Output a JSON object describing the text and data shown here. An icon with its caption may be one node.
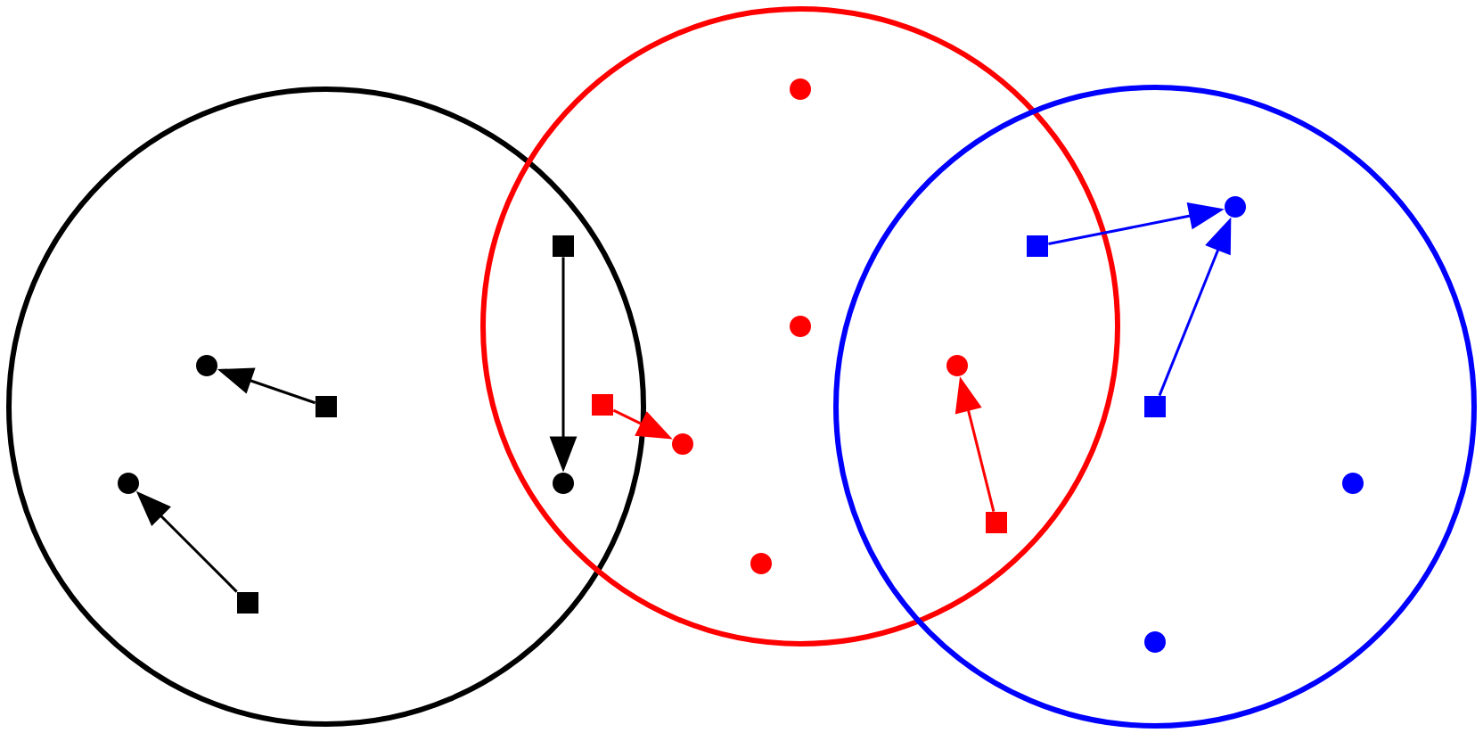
{
  "diagram": {
    "nodes": [
      {
        "text": [],
        "shape": "circle"
      },
      {
        "text": [],
        "shape": "circle"
      },
      {
        "text": [],
        "shape": "circle"
      },
      {
        "text": [],
        "shape": "circle",
        "in": 0
      },
      {
        "text": [],
        "shape": "box",
        "in": 0
      },
      {
        "text": [],
        "shape": "circle",
        "in": 0
      },
      {
        "text": [],
        "shape": "box",
        "in": 0
      },
      {
        "text": [],
        "shape": "box"
      },
      {
        "text": [],
        "shape": "circle"
      },
      {
        "text": [],
        "shape": "box"
      },
      {
        "text": [],
        "shape": "circle",
        "in": 1
      },
      {
        "text": [],
        "shape": "circle",
        "in": 1
      },
      {
        "text": [],
        "shape": "circle",
        "in": 1
      },
      {
        "text": [],
        "shape": "circle",
        "in": 1
      },
      {
        "text": [],
        "shape": "circle"
      },
      {
        "text": [],
        "shape": "box"
      },
      {
        "text": [],
        "shape": "box"
      },
      {
        "text": [],
        "shape": "circle",
        "in": 2
      },
      {
        "text": [],
        "shape": "box",
        "in": 2
      },
      {
        "text": [],
        "shape": "circle",
        "in": 2
      },
      {
        "text": [],
        "shape": "circle",
        "in": 2
      }
    ],
    "edges": [
      {
        "from": 4,
        "to": 3,
        "arrow": "to"
      },
      {
        "from": 6,
        "to": 5,
        "arrow": "to"
      },
      {
        "from": 7,
        "to": 8,
        "arrow": "to"
      },
      {
        "from": 9,
        "to": 10,
        "arrow": "to",
        "color": "#ff0000"
      },
      {
        "from": 15,
        "to": 14,
        "arrow": "to",
        "color": "#ff0000"
      },
      {
        "from": 16,
        "to": 17,
        "arrow": "to",
        "color": "#0000ff"
      },
      {
        "from": 18,
        "to": 17,
        "arrow": "to",
        "color": "#0000ff"
      }
    ]
  }
}
